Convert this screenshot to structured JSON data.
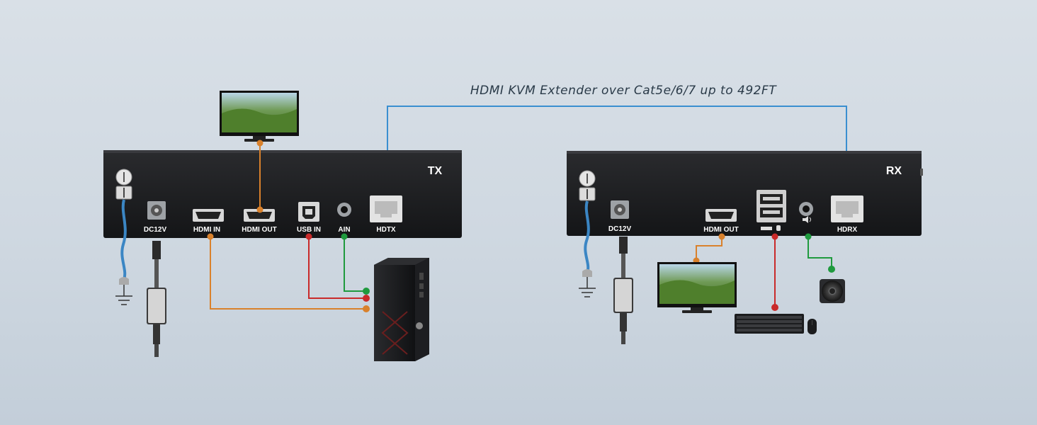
{
  "title": "HDMI KVM Extender over Cat5e/6/7 up to 492FT",
  "tx": {
    "name": "TX",
    "ports": {
      "dc": "DC12V",
      "hdmi_in": "HDMI IN",
      "hdmi_out": "HDMI OUT",
      "usb_in": "USB IN",
      "ain": "AIN",
      "hdtx": "HDTX"
    }
  },
  "rx": {
    "name": "RX",
    "ports": {
      "dc": "DC12V",
      "hdmi_out": "HDMI OUT",
      "hdrx": "HDRX"
    }
  },
  "colors": {
    "network": "#3a8fd0",
    "hdmi": "#d9812c",
    "usb": "#c92a2a",
    "audio": "#1f9a3e",
    "ground": "#3b86c4",
    "device": "#1b1c1e"
  }
}
